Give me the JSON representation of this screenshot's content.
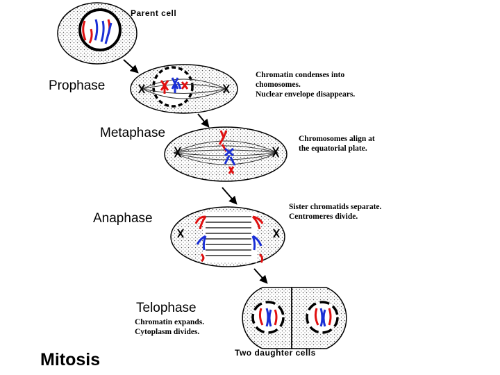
{
  "labels": {
    "parent_cell": "Parent cell",
    "prophase": "Prophase",
    "metaphase": "Metaphase",
    "anaphase": "Anaphase",
    "telophase": "Telophase",
    "daughter_cells": "Two daughter cells",
    "title": "Mitosis"
  },
  "notes": {
    "prophase_1": "Chromatin condenses into",
    "prophase_2": "chomosomes.",
    "prophase_3": "Nuclear envelope disappears.",
    "metaphase_1": "Chromosomes align at",
    "metaphase_2": "the equatorial plate.",
    "anaphase_1": "Sister chromatids separate.",
    "anaphase_2": "Centromeres divide.",
    "telophase_1": "Chromatin expands.",
    "telophase_2": "Cytoplasm divides."
  },
  "colors": {
    "chromosome_red": "#e01010",
    "chromosome_blue": "#1a2fd6",
    "outline": "#000000"
  }
}
